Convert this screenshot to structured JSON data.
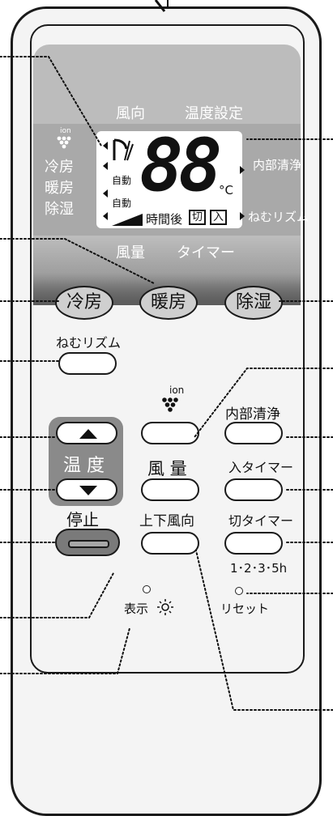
{
  "remote": {
    "display_labels": {
      "air_direction": "風向",
      "temp_setting": "温度設定",
      "fan_volume": "風量",
      "timer": "タイマー",
      "ion_mark": "ion",
      "mode_cool": "冷房",
      "mode_heat": "暖房",
      "mode_dry": "除湿",
      "internal_clean": "内部清浄",
      "sleep_rhythm": "ねむリズム",
      "auto1": "自動",
      "auto2": "自動",
      "digits": "88",
      "unit_celsius": "°C",
      "hours_after": "時間後",
      "off_box": "切",
      "on_box": "入"
    },
    "buttons": {
      "cool": "冷房",
      "heat": "暖房",
      "dry": "除湿",
      "sleep_rhythm": "ねむリズム",
      "ion": "ion",
      "internal_clean": "内部清浄",
      "temp_label": "温 度",
      "fan_volume": "風 量",
      "on_timer": "入タイマー",
      "stop": "停止",
      "vertical_direction": "上下風向",
      "off_timer": "切タイマー",
      "off_timer_hours": "1･2･3･5h",
      "display": "表示",
      "reset": "リセット"
    }
  }
}
